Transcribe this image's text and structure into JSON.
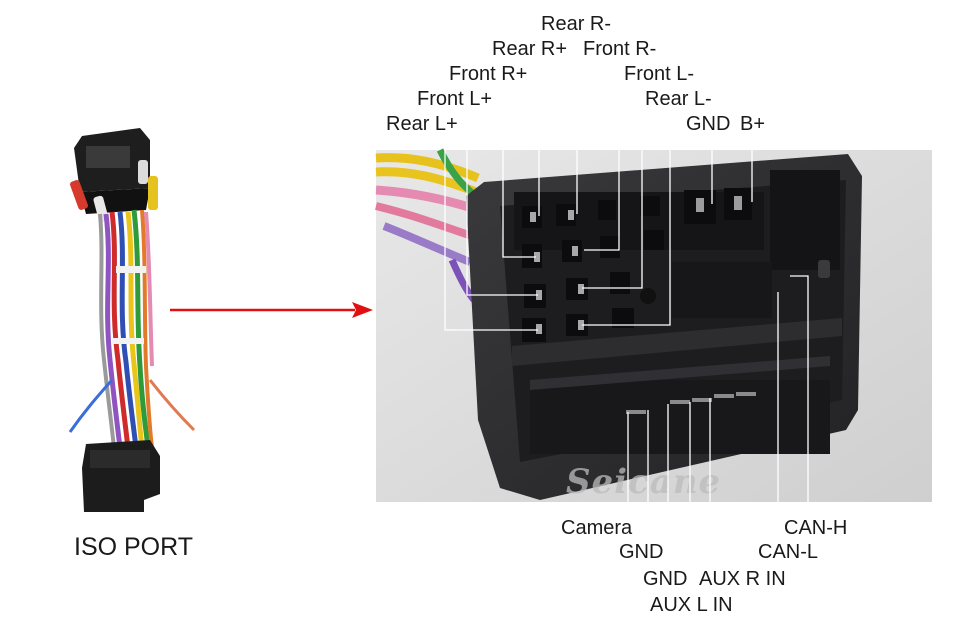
{
  "product": {
    "caption": "ISO PORT"
  },
  "watermark": "Seicane",
  "pins_top": [
    {
      "id": "rear-r-minus",
      "label": "Rear R-"
    },
    {
      "id": "rear-r-plus",
      "label": "Rear R+"
    },
    {
      "id": "front-r-minus",
      "label": "Front R-"
    },
    {
      "id": "front-r-plus",
      "label": "Front R+"
    },
    {
      "id": "front-l-minus",
      "label": "Front L-"
    },
    {
      "id": "front-l-plus",
      "label": "Front L+"
    },
    {
      "id": "rear-l-minus",
      "label": "Rear L-"
    },
    {
      "id": "rear-l-plus",
      "label": "Rear L+"
    },
    {
      "id": "gnd-top",
      "label": "GND"
    },
    {
      "id": "b-plus",
      "label": "B+"
    }
  ],
  "pins_bottom": [
    {
      "id": "camera",
      "label": "Camera"
    },
    {
      "id": "gnd-1",
      "label": "GND"
    },
    {
      "id": "gnd-2",
      "label": "GND"
    },
    {
      "id": "aux-l-in",
      "label": "AUX L IN"
    },
    {
      "id": "aux-r-in",
      "label": "AUX R IN"
    },
    {
      "id": "can-h",
      "label": "CAN-H"
    },
    {
      "id": "can-l",
      "label": "CAN-L"
    }
  ],
  "colors": {
    "arrow": "#e01010",
    "leader": "#ffffff",
    "connector_body": "#2b2b2e",
    "photo_background": "#dcdcdc"
  }
}
